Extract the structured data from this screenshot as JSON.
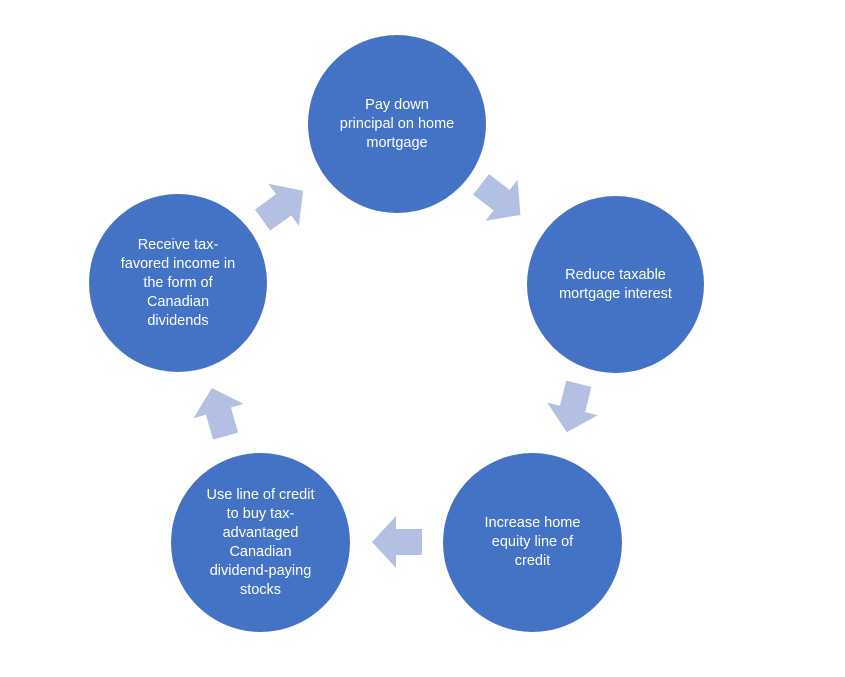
{
  "colors": {
    "node_fill": "#4472C4",
    "arrow_fill": "#B4C0E3",
    "text": "#FFFFFF",
    "background": "#FFFFFF"
  },
  "cycle": {
    "nodes": [
      {
        "label": "Pay down\nprincipal on home\nmortgage"
      },
      {
        "label": "Reduce taxable\nmortgage interest"
      },
      {
        "label": "Increase home\nequity line of\ncredit"
      },
      {
        "label": "Use line of credit\nto buy tax-\nadvantaged\nCanadian\ndividend-paying\nstocks"
      },
      {
        "label": "Receive tax-\nfavored income in\nthe form of\nCanadian\ndividends"
      }
    ],
    "arrow_icons": [
      "arrow-icon",
      "arrow-icon",
      "arrow-icon",
      "arrow-icon",
      "arrow-icon"
    ]
  }
}
